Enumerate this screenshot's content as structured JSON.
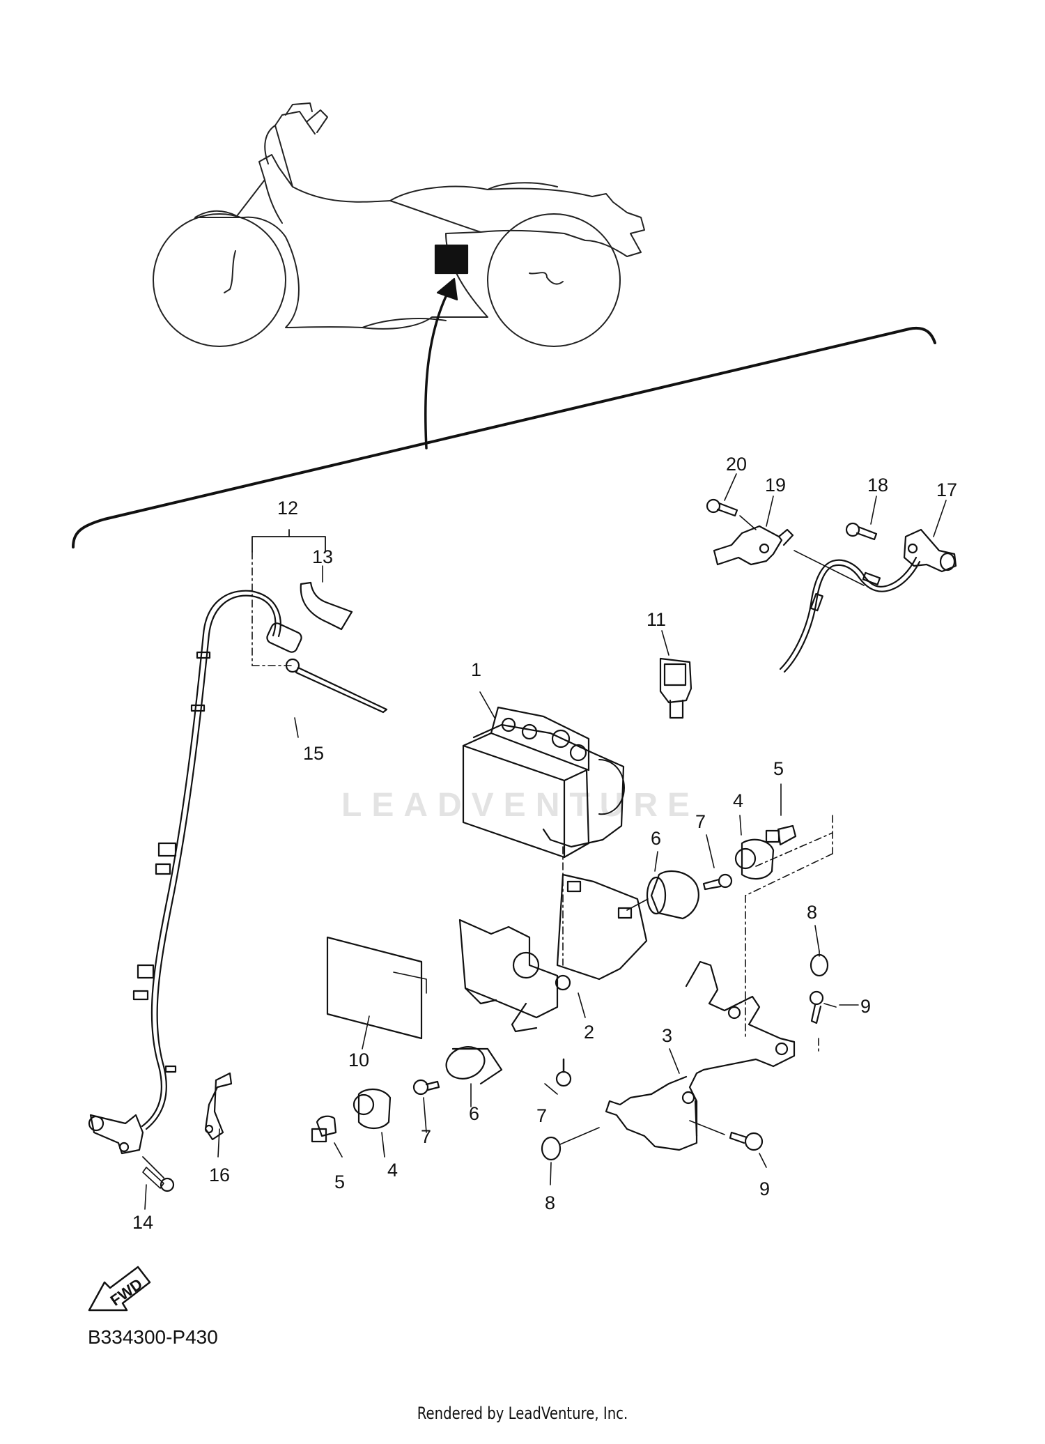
{
  "diagram": {
    "code": "B334300-P430",
    "rendered_by": "Rendered by LeadVenture, Inc.",
    "watermark": "LEADVENTURE",
    "fwd_label": "FWD"
  },
  "parts": [
    {
      "id": "p1",
      "label": "1"
    },
    {
      "id": "p2",
      "label": "2"
    },
    {
      "id": "p3",
      "label": "3"
    },
    {
      "id": "p4a",
      "label": "4"
    },
    {
      "id": "p4b",
      "label": "4"
    },
    {
      "id": "p5a",
      "label": "5"
    },
    {
      "id": "p5b",
      "label": "5"
    },
    {
      "id": "p6a",
      "label": "6"
    },
    {
      "id": "p6b",
      "label": "6"
    },
    {
      "id": "p7a",
      "label": "7"
    },
    {
      "id": "p7b",
      "label": "7"
    },
    {
      "id": "p7c",
      "label": "7"
    },
    {
      "id": "p8a",
      "label": "8"
    },
    {
      "id": "p8b",
      "label": "8"
    },
    {
      "id": "p9a",
      "label": "9"
    },
    {
      "id": "p9b",
      "label": "9"
    },
    {
      "id": "p10",
      "label": "10"
    },
    {
      "id": "p11",
      "label": "11"
    },
    {
      "id": "p12",
      "label": "12"
    },
    {
      "id": "p13",
      "label": "13"
    },
    {
      "id": "p14",
      "label": "14"
    },
    {
      "id": "p15",
      "label": "15"
    },
    {
      "id": "p16",
      "label": "16"
    },
    {
      "id": "p17",
      "label": "17"
    },
    {
      "id": "p18",
      "label": "18"
    },
    {
      "id": "p19",
      "label": "19"
    },
    {
      "id": "p20",
      "label": "20"
    }
  ]
}
